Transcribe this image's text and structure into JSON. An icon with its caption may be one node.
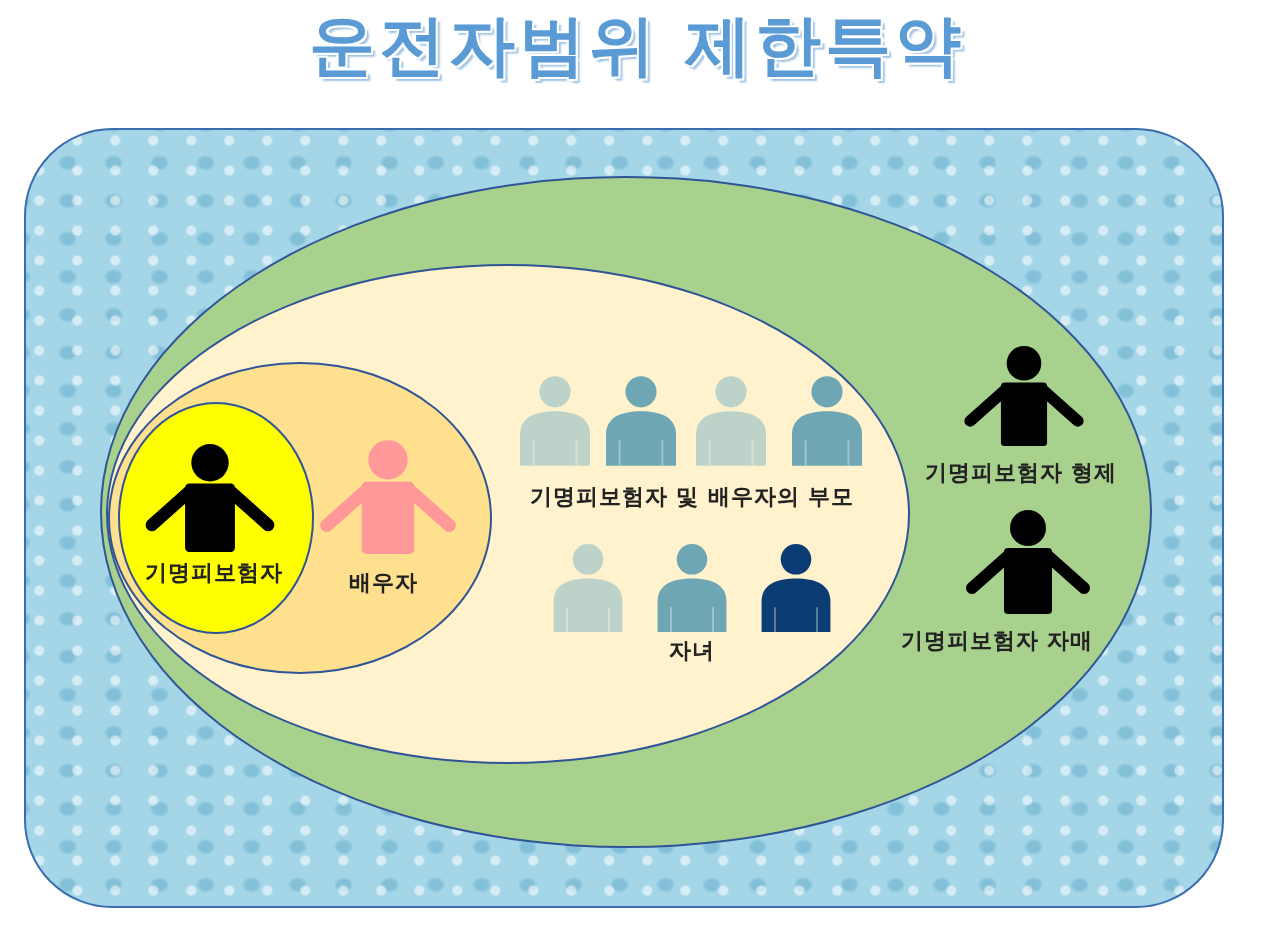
{
  "diagram": {
    "title": "운전자범위 제한특약",
    "nodes": [
      {
        "text": [
          "기명피보험자 형제",
          "기명피보험자 자매"
        ]
      },
      {
        "text": [
          "기명피보험자 및 배우자의 부모",
          "자녀"
        ],
        "in": 0
      },
      {
        "text": [
          "배우자"
        ],
        "in": 1
      },
      {
        "text": [
          "기명피보험자"
        ],
        "in": 2
      }
    ]
  }
}
